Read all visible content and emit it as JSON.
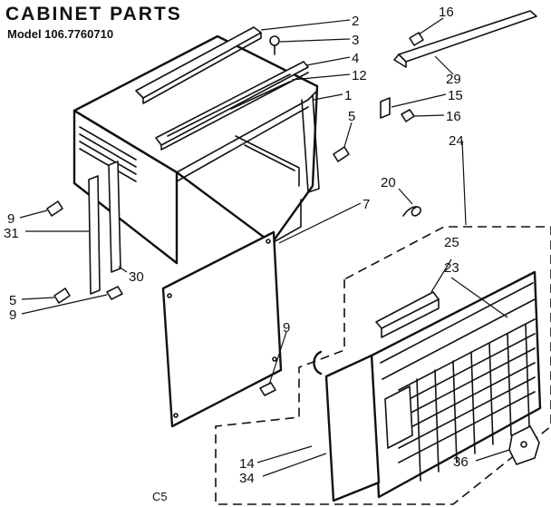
{
  "header": {
    "title": "CABINET PARTS",
    "model": "Model 106.7760710"
  },
  "footer": {
    "code": "C5"
  },
  "callouts": {
    "c2": "2",
    "c3": "3",
    "c4": "4",
    "c12": "12",
    "c1": "1",
    "c5a": "5",
    "c16a": "16",
    "c29": "29",
    "c15": "15",
    "c16b": "16",
    "c24": "24",
    "c20": "20",
    "c7": "7",
    "c9a": "9",
    "c31": "31",
    "c30": "30",
    "c5b": "5",
    "c9b": "9",
    "c9c": "9",
    "c25": "25",
    "c23": "23",
    "c14": "14",
    "c34": "34",
    "c36": "36"
  }
}
